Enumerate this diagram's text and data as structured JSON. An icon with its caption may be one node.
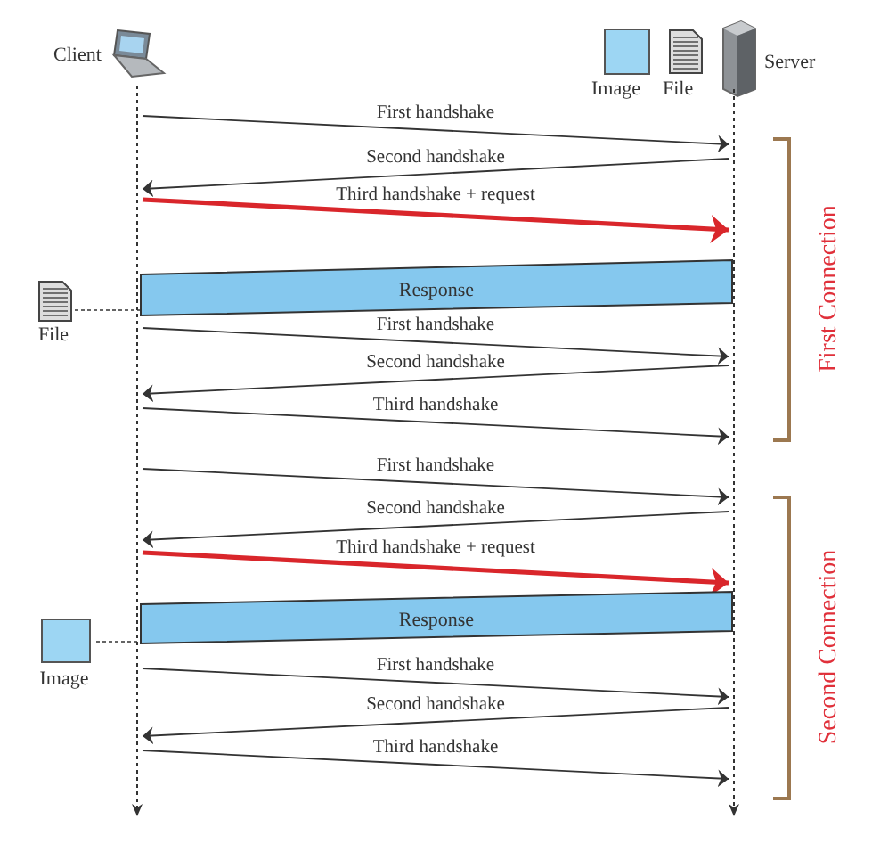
{
  "diagram": {
    "nodes": [
      {
        "text": [
          "Client"
        ]
      },
      {
        "text": [
          "Server"
        ]
      },
      {
        "text": [],
        "shape": "line"
      },
      {
        "text": [],
        "shape": "line"
      },
      {
        "text": [
          "Response"
        ]
      },
      {
        "text": [
          "File"
        ]
      },
      {
        "text": [
          "Response"
        ]
      },
      {
        "text": [
          "Image"
        ]
      }
    ],
    "edges": [
      {
        "from": 2,
        "to": 3,
        "arrow": "to",
        "label": "First handshake"
      },
      {
        "from": 3,
        "to": 2,
        "arrow": "to",
        "label": "Second handshake"
      },
      {
        "from": 2,
        "to": 3,
        "arrow": "to",
        "label": "Third handshake + request",
        "style": "thick",
        "color": "#d9262b"
      },
      {
        "from": 2,
        "to": 3,
        "arrow": "to",
        "label": "First handshake"
      },
      {
        "from": 3,
        "to": 2,
        "arrow": "to",
        "label": "Second handshake"
      },
      {
        "from": 2,
        "to": 3,
        "arrow": "to",
        "label": "Third handshake"
      },
      {
        "from": 2,
        "to": 3,
        "arrow": "to",
        "label": "First handshake"
      },
      {
        "from": 3,
        "to": 2,
        "arrow": "to",
        "label": "Second handshake"
      },
      {
        "from": 2,
        "to": 3,
        "arrow": "to",
        "label": "Third handshake + request",
        "style": "thick",
        "color": "#d9262b"
      },
      {
        "from": 2,
        "to": 3,
        "arrow": "to",
        "label": "First handshake"
      },
      {
        "from": 3,
        "to": 2,
        "arrow": "to",
        "label": "Second handshake"
      },
      {
        "from": 2,
        "to": 3,
        "arrow": "to",
        "label": "Third handshake"
      },
      {
        "from": 5,
        "to": 4,
        "arrow": "none",
        "style": "dashed"
      },
      {
        "from": 7,
        "to": 6,
        "arrow": "none",
        "style": "dashed"
      }
    ],
    "labels": [
      "Image",
      "File",
      "First Connection",
      "Second Connection"
    ]
  }
}
